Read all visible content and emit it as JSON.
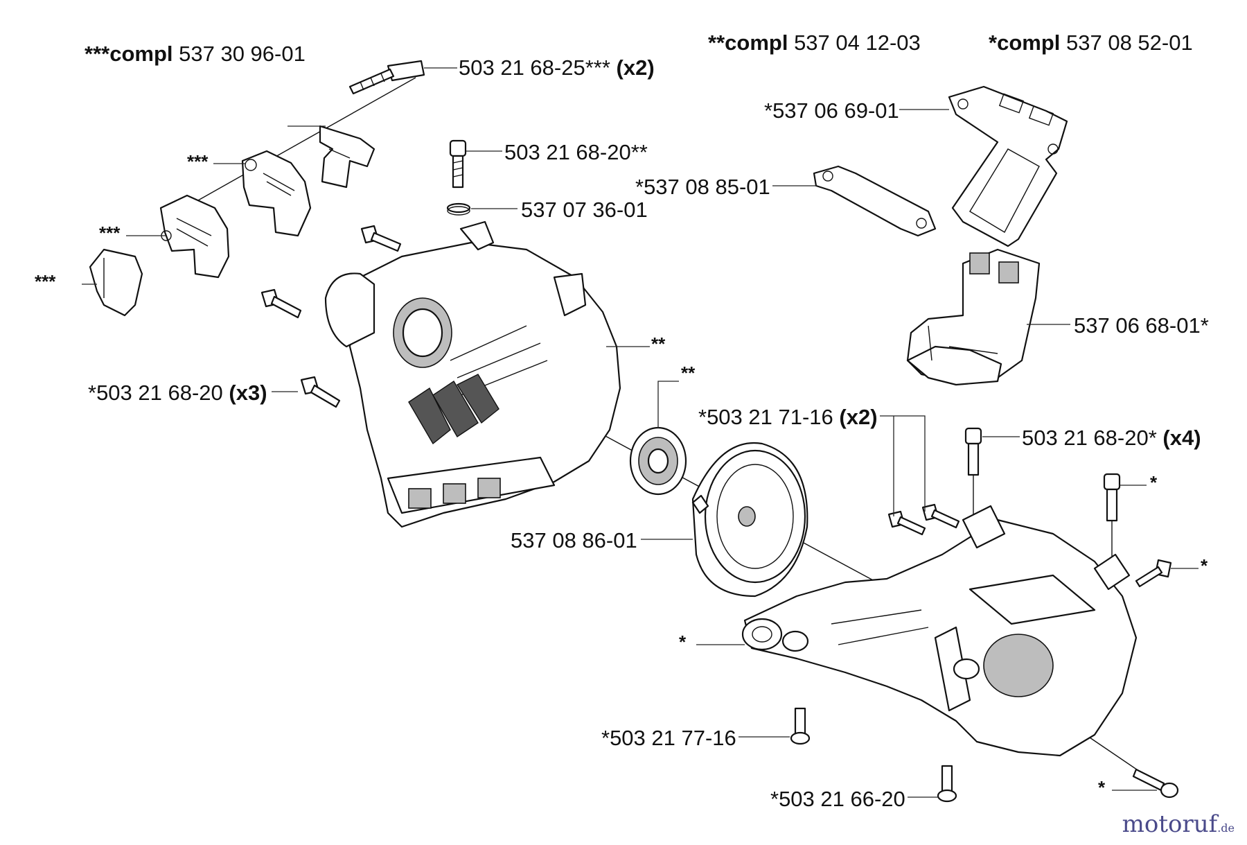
{
  "kits": [
    {
      "prefix": "***",
      "word": "compl",
      "number": "537 30 96-01"
    },
    {
      "prefix": "**",
      "word": "compl",
      "number": "537 04 12-03"
    },
    {
      "prefix": "*",
      "word": "compl",
      "number": "537 08 52-01"
    }
  ],
  "callouts": [
    {
      "text": "503 21 68-25***",
      "qty": "(x2)"
    },
    {
      "text": "503 21 68-20**",
      "qty": ""
    },
    {
      "text": "537 07 36-01",
      "qty": ""
    },
    {
      "text": "*503 21 68-20",
      "qty": "(x3)"
    },
    {
      "text": "537 08 86-01",
      "qty": ""
    },
    {
      "text": "*503 21 71-16",
      "qty": "(x2)"
    },
    {
      "text": "503 21 68-20*",
      "qty": "(x4)"
    },
    {
      "text": "*503 21 77-16",
      "qty": ""
    },
    {
      "text": "*503 21 66-20",
      "qty": ""
    },
    {
      "text": "*537 06 69-01",
      "qty": ""
    },
    {
      "text": "*537 08 85-01",
      "qty": ""
    },
    {
      "text": "537 06 68-01*",
      "qty": ""
    }
  ],
  "markers": [
    "***",
    "***",
    "***",
    "**",
    "**",
    "*",
    "*",
    "*",
    "*"
  ],
  "watermark": {
    "brand": "motoruf",
    "tld": ".de"
  }
}
